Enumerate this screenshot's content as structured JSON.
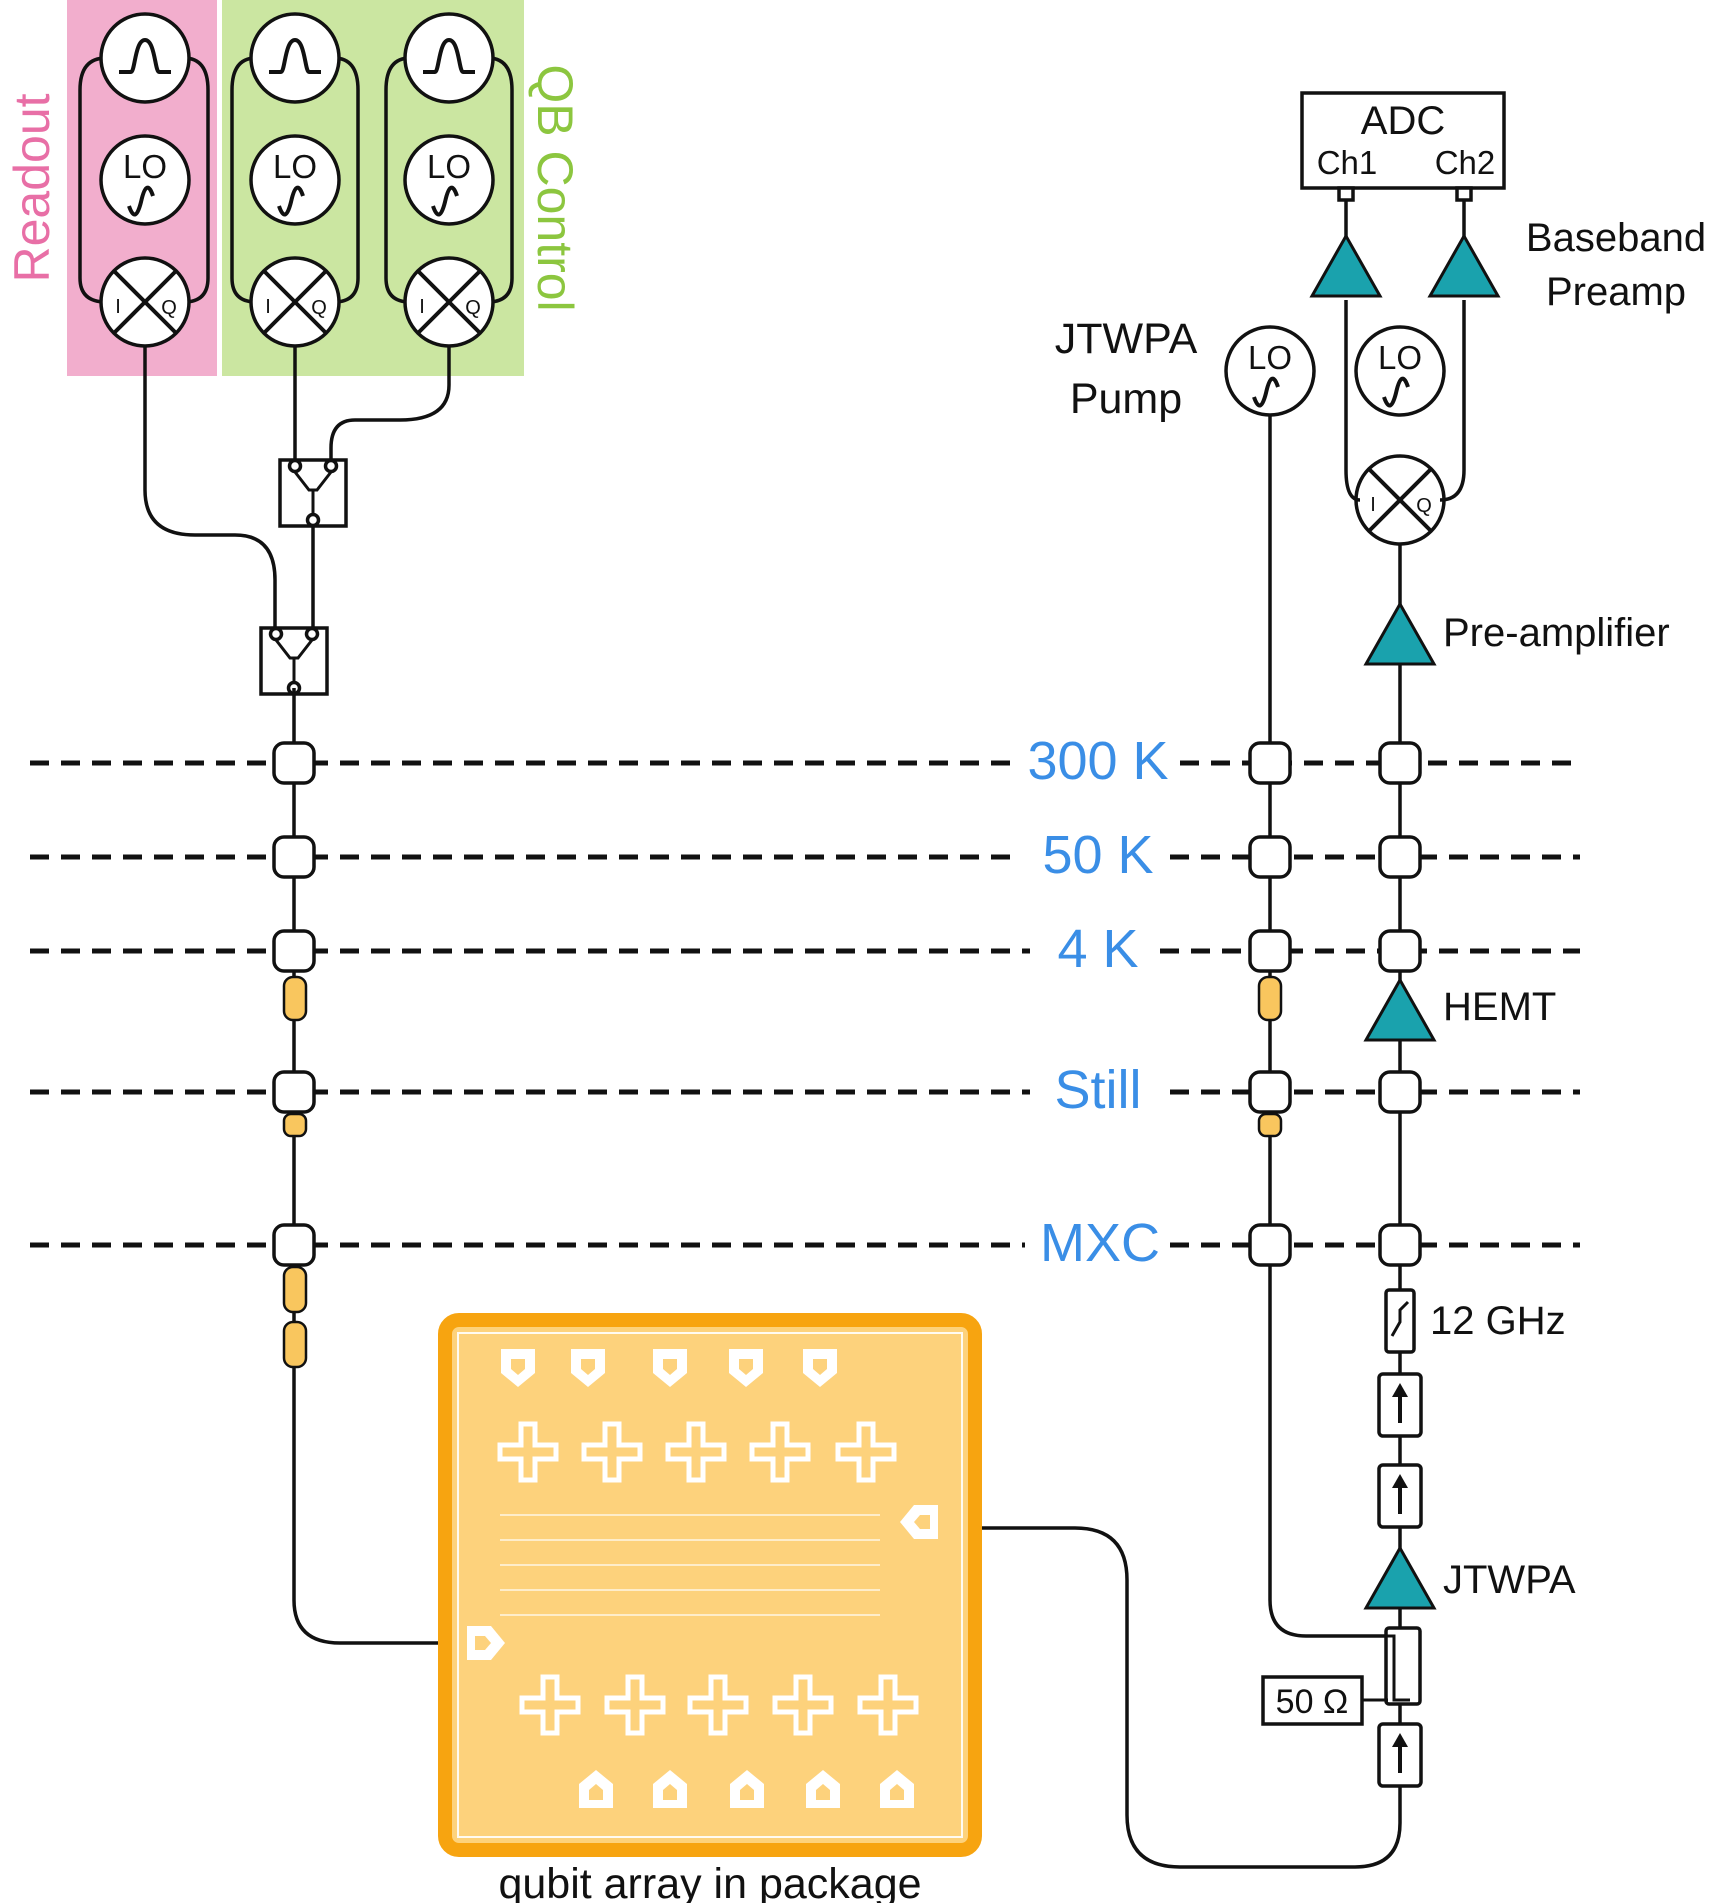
{
  "labels": {
    "readout": "Readout",
    "qb_control": "QB Control",
    "adc": "ADC",
    "adc_ch1": "Ch1",
    "adc_ch2": "Ch2",
    "baseband_preamp_line1": "Baseband",
    "baseband_preamp_line2": "Preamp",
    "jtwpa_pump_line1": "JTWPA",
    "jtwpa_pump_line2": "Pump",
    "pre_amplifier": "Pre-amplifier",
    "hemt": "HEMT",
    "filter_12ghz": "12 GHz",
    "jtwpa": "JTWPA",
    "termination": "50 Ω",
    "qubit_array": "qubit array in package",
    "lo": "LO",
    "mixer_i": "I",
    "mixer_q": "Q"
  },
  "temperature_stages": [
    "300 K",
    "50 K",
    "4 K",
    "Still",
    "MXC"
  ],
  "colors": {
    "readout_panel": "#f2aecd",
    "readout_text": "#e86fa6",
    "control_panel": "#cbe6a1",
    "control_text": "#8cc63f",
    "temperature_text": "#3a8ee6",
    "amplifier": "#1aa2ad",
    "attenuator": "#f9c65e",
    "package_border": "#f7a410",
    "package_fill": "#fdd27c"
  },
  "icons": [
    "pulse-icon",
    "lo-sine-icon",
    "iq-mixer-icon",
    "combiner-icon",
    "amplifier-triangle-icon",
    "attenuator-icon",
    "isolator-icon",
    "lowpass-filter-icon",
    "directional-coupler-icon",
    "qubit-cross-icon",
    "bond-pad-icon"
  ]
}
